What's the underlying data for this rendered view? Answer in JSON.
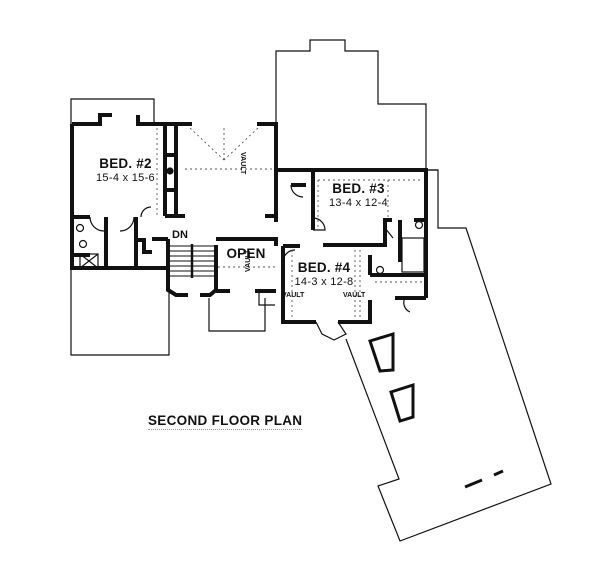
{
  "plan": {
    "title": "SECOND FLOOR PLAN",
    "rooms": [
      {
        "name": "BED. #2",
        "dimensions": "15-4 x 15-6"
      },
      {
        "name": "BED. #3",
        "dimensions": "13-4 x 12-4"
      },
      {
        "name": "BED. #4",
        "dimensions": "14-3 x 12-8"
      },
      {
        "name": "OPEN",
        "dimensions": ""
      }
    ],
    "annotations": {
      "stairs": "DN",
      "vault": "VAULT"
    }
  }
}
